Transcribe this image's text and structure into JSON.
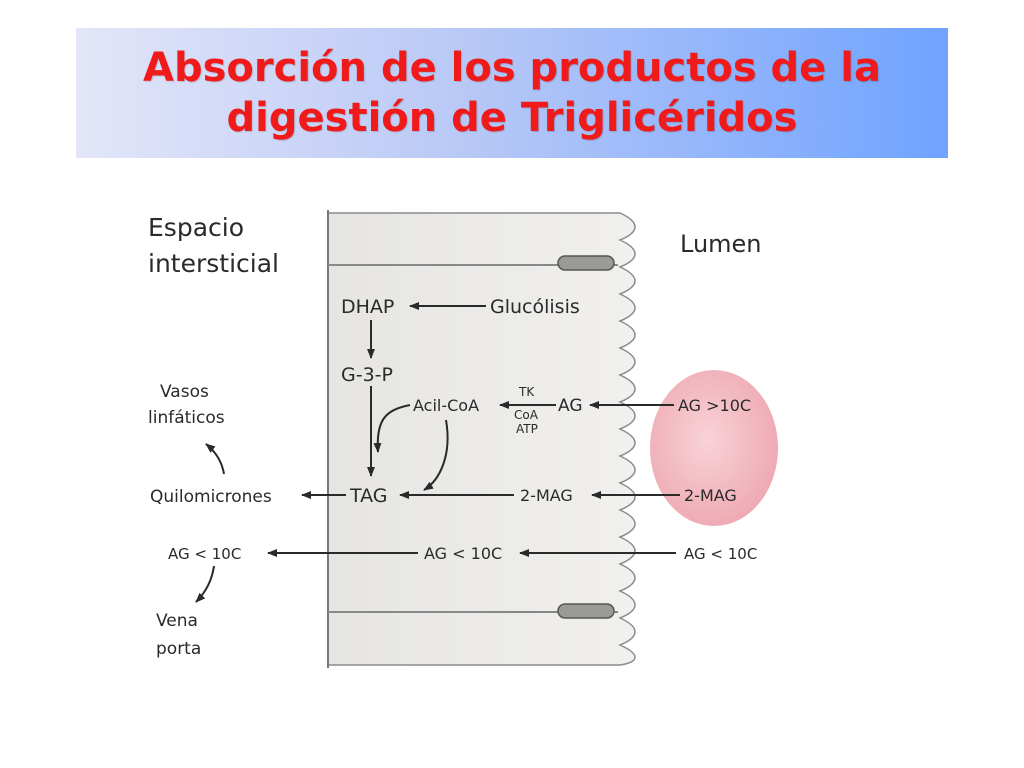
{
  "slide": {
    "title_line1": "Absorción de los productos de la",
    "title_line2": "digestión de Triglicéridos"
  },
  "colors": {
    "title_text": "#f01a1a",
    "banner_left": "#e3e6f8",
    "banner_right": "#6fa3ff",
    "cell_fill": "#ecebe8",
    "micelle_fill": "#f2b7bf",
    "arrow": "#2a2a2a"
  },
  "diagram": {
    "region_interstitial_line1": "Espacio",
    "region_interstitial_line2": "intersticial",
    "region_lumen": "Lumen",
    "dhap": "DHAP",
    "glucolisis": "Glucólisis",
    "g3p": "G-3-P",
    "acil_coa": "Acil-CoA",
    "cofactor_tk": "TK",
    "cofactor_coa": "CoA",
    "cofactor_atp": "ATP",
    "ag_cell": "AG",
    "ag_lumen": "AG >10C",
    "tag": "TAG",
    "quilomicrones": "Quilomicrones",
    "vasos_line1": "Vasos",
    "vasos_line2": "linfáticos",
    "mag_cell": "2-MAG",
    "mag_lumen": "2-MAG",
    "ag_short_out": "AG < 10C",
    "ag_short_cell": "AG < 10C",
    "ag_short_lumen": "AG < 10C",
    "vena_line1": "Vena",
    "vena_line2": "porta"
  }
}
